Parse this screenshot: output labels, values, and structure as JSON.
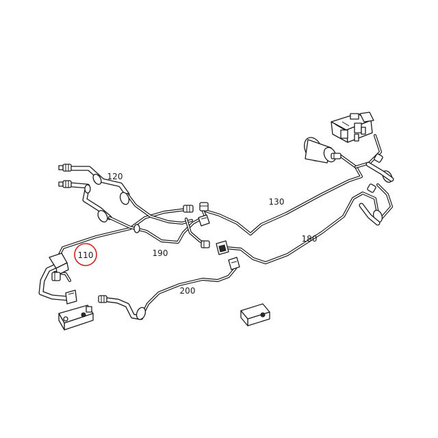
{
  "diagram": {
    "callouts": [
      {
        "id": "110",
        "label": "110",
        "highlighted": true
      },
      {
        "id": "120",
        "label": "120",
        "highlighted": false
      },
      {
        "id": "130",
        "label": "130",
        "highlighted": false
      },
      {
        "id": "180",
        "label": "180",
        "highlighted": false
      },
      {
        "id": "190",
        "label": "190",
        "highlighted": false
      },
      {
        "id": "200",
        "label": "200",
        "highlighted": false
      }
    ],
    "colors": {
      "line": "#1a1a1a",
      "highlight": "#cc2222",
      "background": "#ffffff"
    }
  }
}
